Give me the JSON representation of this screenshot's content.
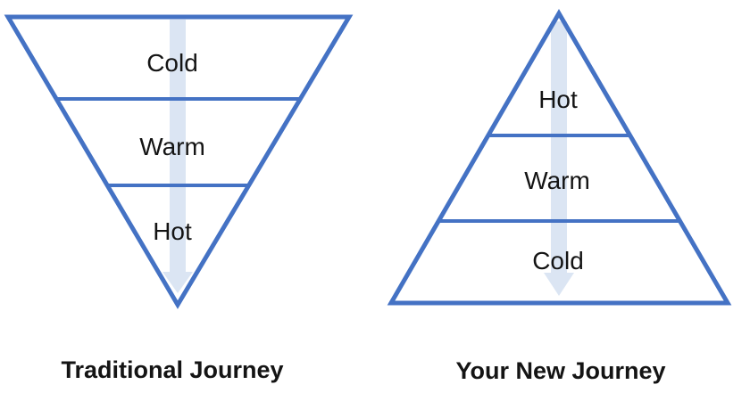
{
  "colors": {
    "outline_blue": "#4472c4",
    "arrow_fill": "#dbe5f3",
    "text": "#141414"
  },
  "left_figure": {
    "type": "inverted-funnel",
    "caption": "Traditional Journey",
    "arrow_direction": "down",
    "sections": [
      {
        "label": "Cold"
      },
      {
        "label": "Warm"
      },
      {
        "label": "Hot"
      }
    ]
  },
  "right_figure": {
    "type": "upright-pyramid",
    "caption": "Your New Journey",
    "arrow_direction": "down",
    "sections": [
      {
        "label": "Hot"
      },
      {
        "label": "Warm"
      },
      {
        "label": "Cold"
      }
    ]
  }
}
